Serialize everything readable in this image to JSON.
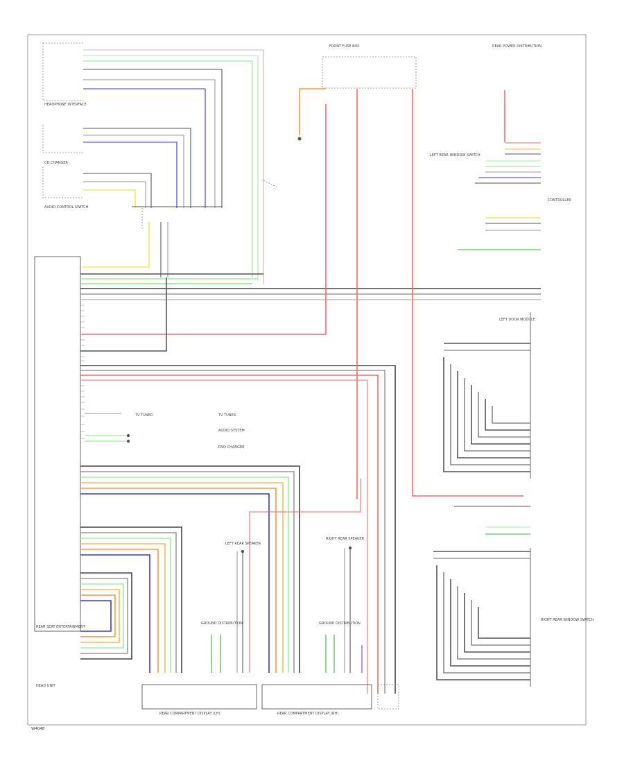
{
  "diagram": {
    "components": {
      "rear_display": "REAR SEAT ENTERTAINMENT",
      "rear_display_sub": "HEAD UNIT",
      "cd_changer": "CD CHANGER",
      "headphone_interface": "HEADPHONE INTERFACE",
      "audio_control": "AUDIO CONTROL SWITCH",
      "front_fuse": "FRONT FUSE BOX",
      "rear_fuse": "REAR POWER DISTRIBUTION",
      "left_speaker": "LEFT REAR SPEAKER",
      "right_speaker": "RIGHT REAR SPEAKER",
      "ground_left": "GROUND DISTRIBUTION",
      "ground_right": "GROUND DISTRIBUTION",
      "left_door_module": "LEFT DOOR MODULE",
      "left_rear_window": "LEFT REAR WINDOW SWITCH",
      "right_rear_window": "RIGHT REAR WINDOW SWITCH",
      "controller": "CONTROLLER",
      "rear_center_left": "REAR COMPARTMENT DISPLAY (LH)",
      "rear_center_right": "REAR COMPARTMENT DISPLAY (RH)",
      "page_number": "W4048"
    },
    "legend": {
      "item1": "TV TUNER",
      "item2": "AUDIO SYSTEM",
      "item3": "DVD CHANGER"
    }
  }
}
